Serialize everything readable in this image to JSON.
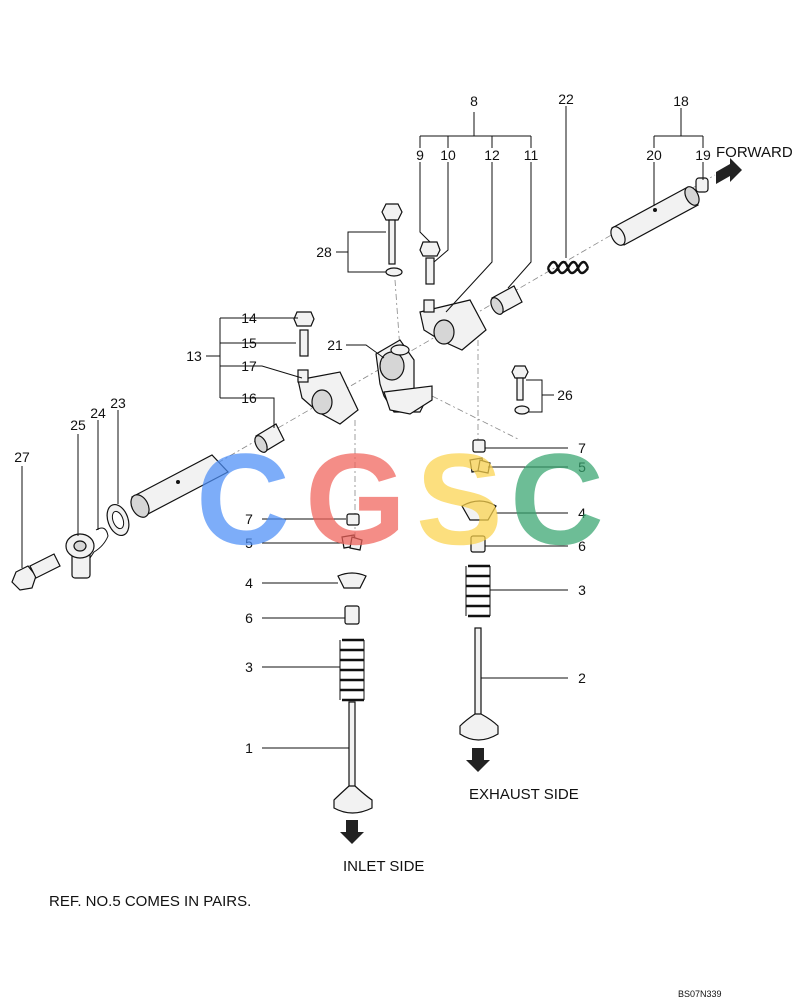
{
  "callouts": {
    "c1": "1",
    "c2": "2",
    "c3a": "3",
    "c3b": "3",
    "c4a": "4",
    "c4b": "4",
    "c5a": "5",
    "c5b": "5",
    "c6a": "6",
    "c6b": "6",
    "c7a": "7",
    "c7b": "7",
    "c8": "8",
    "c9": "9",
    "c10": "10",
    "c11": "11",
    "c12": "12",
    "c13": "13",
    "c14": "14",
    "c15": "15",
    "c16": "16",
    "c17": "17",
    "c18": "18",
    "c19": "19",
    "c20": "20",
    "c21": "21",
    "c22": "22",
    "c23": "23",
    "c24": "24",
    "c25": "25",
    "c26": "26",
    "c27": "27",
    "c28": "28"
  },
  "labels": {
    "forward": "FORWARD",
    "inlet_side": "INLET SIDE",
    "exhaust_side": "EXHAUST SIDE",
    "note": "REF. NO.5 COMES IN PAIRS.",
    "drawing_code": "BS07N339"
  },
  "watermark": {
    "letters": [
      "C",
      "G",
      "S",
      "C"
    ],
    "colors": [
      "#4c8ef7",
      "#f0625a",
      "#fbd34d",
      "#35a56e"
    ]
  }
}
